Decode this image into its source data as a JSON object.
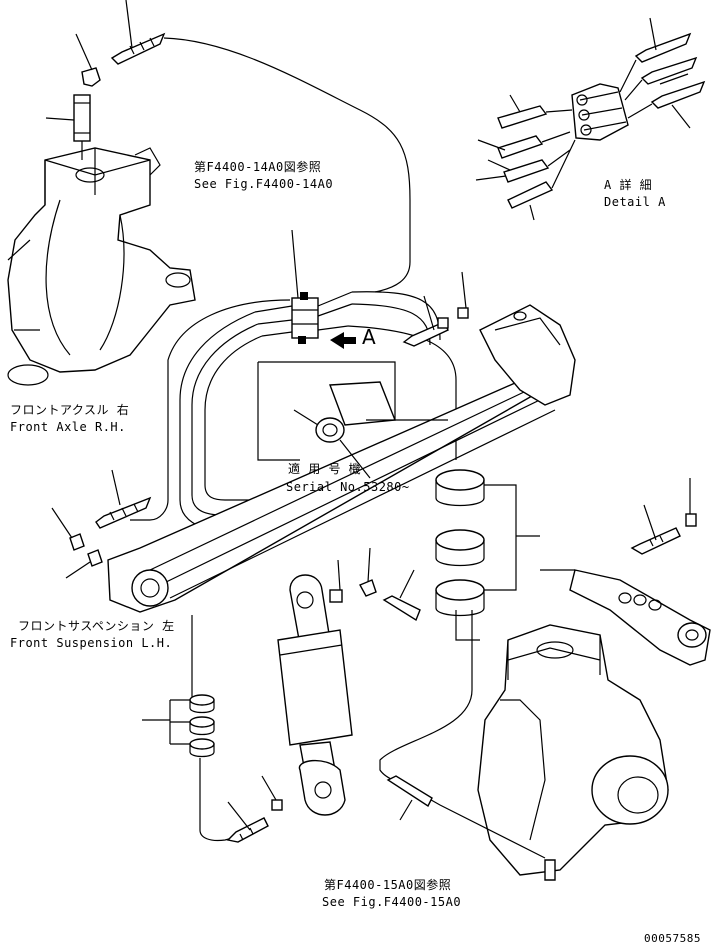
{
  "labels": {
    "ref_top_jp": "第F4400-14A0図参照",
    "ref_top_en": "See Fig.F4400-14A0",
    "detail_jp": "A 詳 細",
    "detail_en": "Detail A",
    "detail_marker": "A",
    "axle_jp": "フロントアクスル 右",
    "axle_en": "Front Axle R.H.",
    "serial_jp": "適 用 号 機",
    "serial_en": "Serial No.53280~",
    "susp_jp": "フロントサスペンション 左",
    "susp_en": "Front Suspension L.H.",
    "ref_bottom_jp": "第F4400-15A0図参照",
    "ref_bottom_en": "See Fig.F4400-15A0",
    "drawing_number": "00057585"
  },
  "colors": {
    "line": "#000000",
    "background": "#ffffff"
  }
}
